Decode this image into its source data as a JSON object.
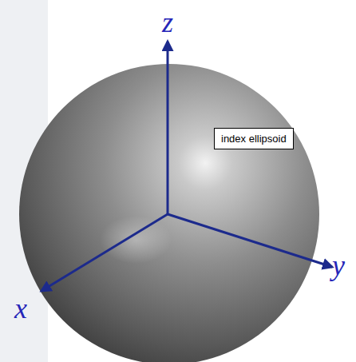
{
  "diagram": {
    "nodes": [
      {
        "text": [
          "index ellipsoid"
        ]
      }
    ],
    "labels": [
      "z",
      "y",
      "x"
    ]
  }
}
